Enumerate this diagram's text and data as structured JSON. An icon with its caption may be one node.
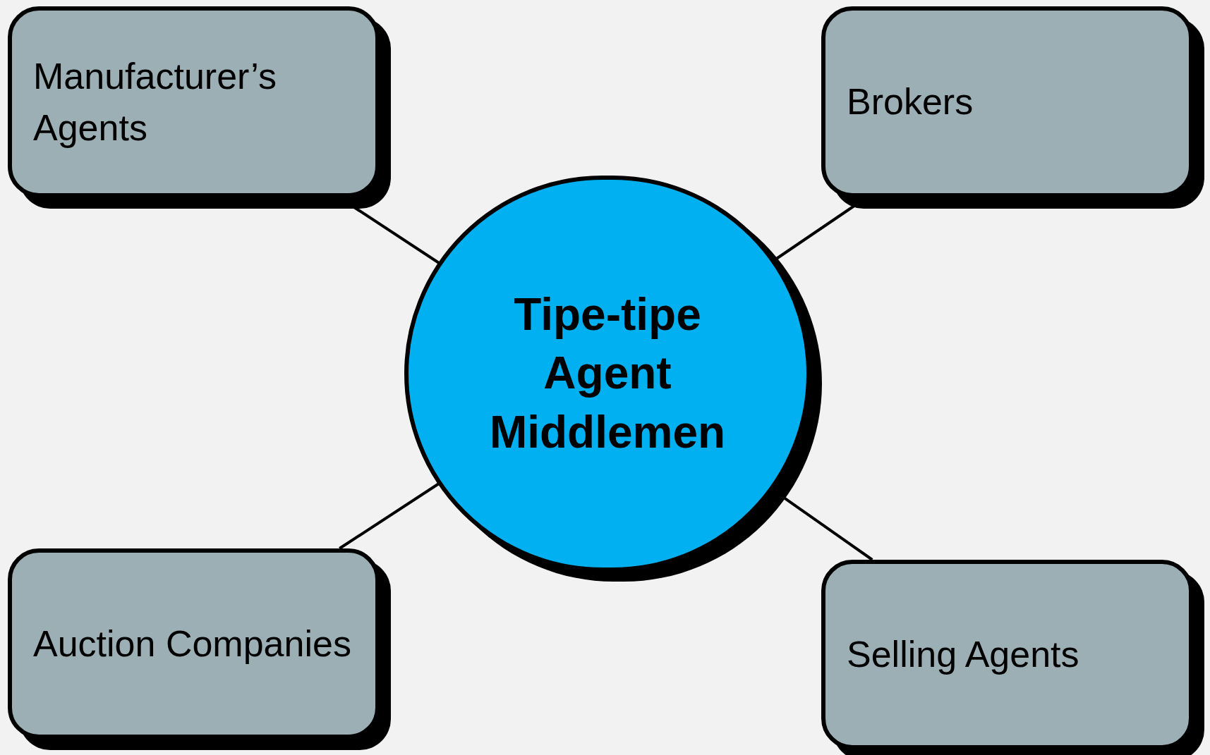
{
  "diagram": {
    "nodes": [
      {
        "text": [
          "Manufacturer’s Agents"
        ]
      },
      {
        "text": [
          "Brokers"
        ]
      },
      {
        "text": [
          "Tipe-tipe Agent Middlemen"
        ]
      },
      {
        "text": [
          "Auction Companies"
        ]
      },
      {
        "text": [
          "Selling Agents"
        ]
      }
    ],
    "edges": [
      {
        "from": 2,
        "to": 0,
        "arrow": "none"
      },
      {
        "from": 2,
        "to": 1,
        "arrow": "none"
      },
      {
        "from": 2,
        "to": 3,
        "arrow": "none"
      },
      {
        "from": 2,
        "to": 4,
        "arrow": "none"
      }
    ]
  }
}
